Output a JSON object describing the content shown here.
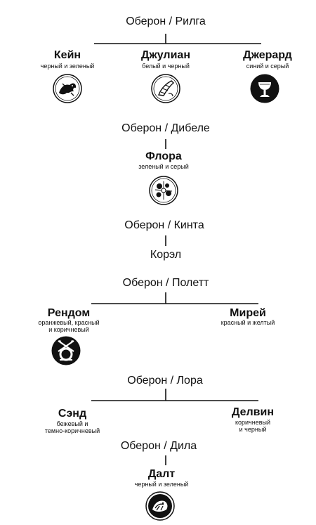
{
  "families": [
    {
      "parents": "Оберон / Рилга",
      "children": [
        {
          "name": "Кейн",
          "colors": "черный и зеленый",
          "trump_icon": "dragon-trump-icon"
        },
        {
          "name": "Джулиан",
          "colors": "белый и черный",
          "trump_icon": "hunting-horn-trump-icon"
        },
        {
          "name": "Джерард",
          "colors": "синий и серый",
          "trump_icon": "chalice-trump-icon"
        }
      ]
    },
    {
      "parents": "Оберон / Дибеле",
      "children": [
        {
          "name": "Флора",
          "colors": "зеленый и серый",
          "trump_icon": "floral-trump-icon"
        }
      ]
    },
    {
      "parents": "Оберон / Кинта",
      "children": [
        {
          "name": "Корэл",
          "colors": "",
          "trump_icon": ""
        }
      ]
    },
    {
      "parents": "Оберон / Полетт",
      "children": [
        {
          "name": "Рендом",
          "colors_lines": [
            "оранжевый, красный",
            "и коричневый"
          ],
          "trump_icon": "crossed-swords-trump-icon"
        },
        {
          "name": "Мирей",
          "colors": "красный и желтый",
          "trump_icon": ""
        }
      ]
    },
    {
      "parents": "Оберон / Лора",
      "children": [
        {
          "name": "Сэнд",
          "colors_lines": [
            "бежевый и",
            "темно-коричневый"
          ],
          "trump_icon": ""
        },
        {
          "name": "Делвин",
          "colors_lines": [
            "коричневый",
            "и черный"
          ],
          "trump_icon": ""
        }
      ]
    },
    {
      "parents": "Оберон / Дила",
      "children": [
        {
          "name": "Далт",
          "colors": "черный и зеленый",
          "trump_icon": "beast-trump-icon"
        }
      ]
    }
  ],
  "style": {
    "ink": "#111111",
    "paper": "#ffffff"
  }
}
